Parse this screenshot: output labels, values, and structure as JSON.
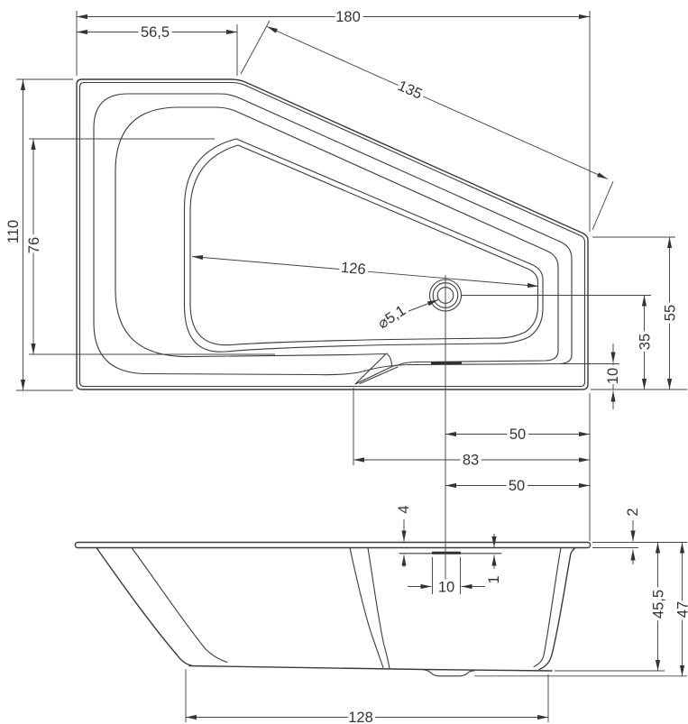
{
  "page": {
    "background": "#ffffff",
    "line_color": "#3a3a3a"
  },
  "top_view": {
    "description": "bathtub plan view",
    "dimensions": {
      "overall_length": "180",
      "front_straight_segment": "56,5",
      "slanted_edge": "135",
      "overall_width": "110",
      "basin_width_left": "76",
      "basin_length": "126",
      "drain_hole_diameter": "⌀5,1",
      "right_side_depth": "55",
      "drain_center_to_bottom": "35",
      "shelf_edge_offset": "10",
      "drain_to_right_edge": "50",
      "step_to_right_edge": "83"
    }
  },
  "side_view": {
    "description": "bathtub front elevation",
    "dimensions": {
      "drain_center_to_right": "50",
      "rim_recess_depth": "4",
      "rim_edge_thickness": "2",
      "drain_slot_width": "10",
      "ledge_step": "1",
      "inner_height": "45,5",
      "overall_height": "47",
      "base_length": "128"
    }
  }
}
